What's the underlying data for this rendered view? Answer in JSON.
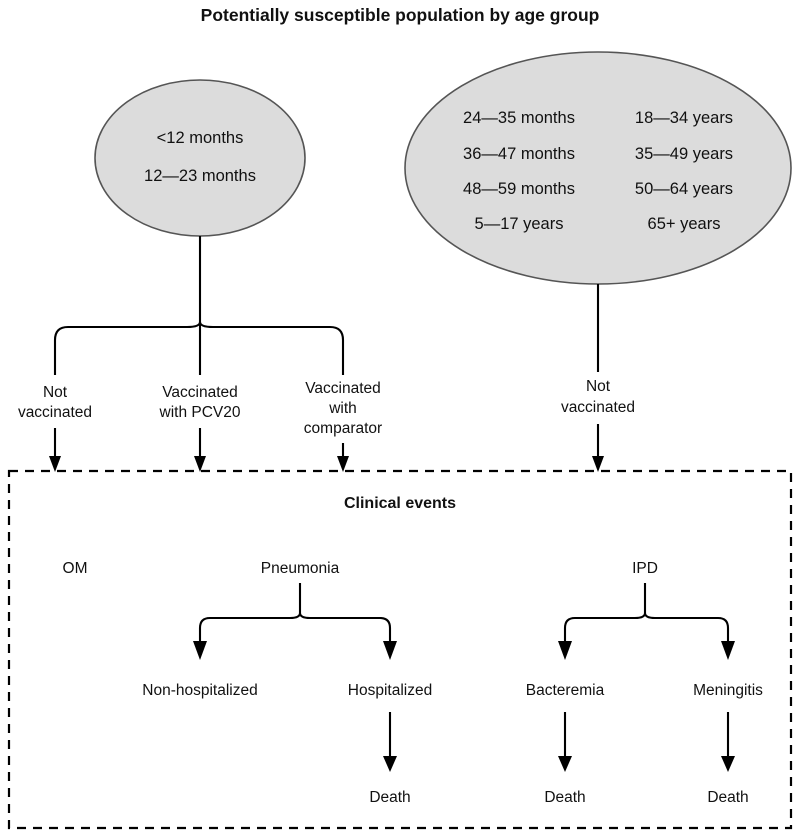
{
  "figure": {
    "title": "Potentially susceptible population by age group",
    "background_color": "#ffffff",
    "ellipse_fill": "#dcdcdc",
    "ellipse_stroke": "#555555",
    "line_color": "#000000"
  },
  "populations": {
    "pediatric_ellipse": {
      "name": "pediatric-population",
      "age_groups": [
        "<12 months",
        "12—23 months"
      ]
    },
    "older_ellipse": {
      "name": "older-population",
      "column_left": [
        "24—35 months",
        "36—47 months",
        "48—59 months",
        "5—17 years"
      ],
      "column_right": [
        "18—34 years",
        "35—49 years",
        "50—64 years",
        "65+ years"
      ]
    }
  },
  "vaccination_arms": {
    "pediatric": [
      {
        "line1": "Not",
        "line2": "vaccinated",
        "line3": ""
      },
      {
        "line1": "Vaccinated",
        "line2": "with PCV20",
        "line3": ""
      },
      {
        "line1": "Vaccinated",
        "line2": "with",
        "line3": "comparator"
      }
    ],
    "older": [
      {
        "line1": "Not",
        "line2": "vaccinated",
        "line3": ""
      }
    ]
  },
  "clinical_events": {
    "section_title": "Clinical events",
    "om": "OM",
    "pneumonia": {
      "label": "Pneumonia",
      "outcomes": [
        "Non-hospitalized",
        "Hospitalized"
      ],
      "death_from": [
        "Hospitalized"
      ]
    },
    "ipd": {
      "label": "IPD",
      "outcomes": [
        "Bacteremia",
        "Meningitis"
      ],
      "death_from": [
        "Bacteremia",
        "Meningitis"
      ]
    },
    "death_label_1": "Death",
    "death_label_2": "Death",
    "death_label_3": "Death"
  }
}
